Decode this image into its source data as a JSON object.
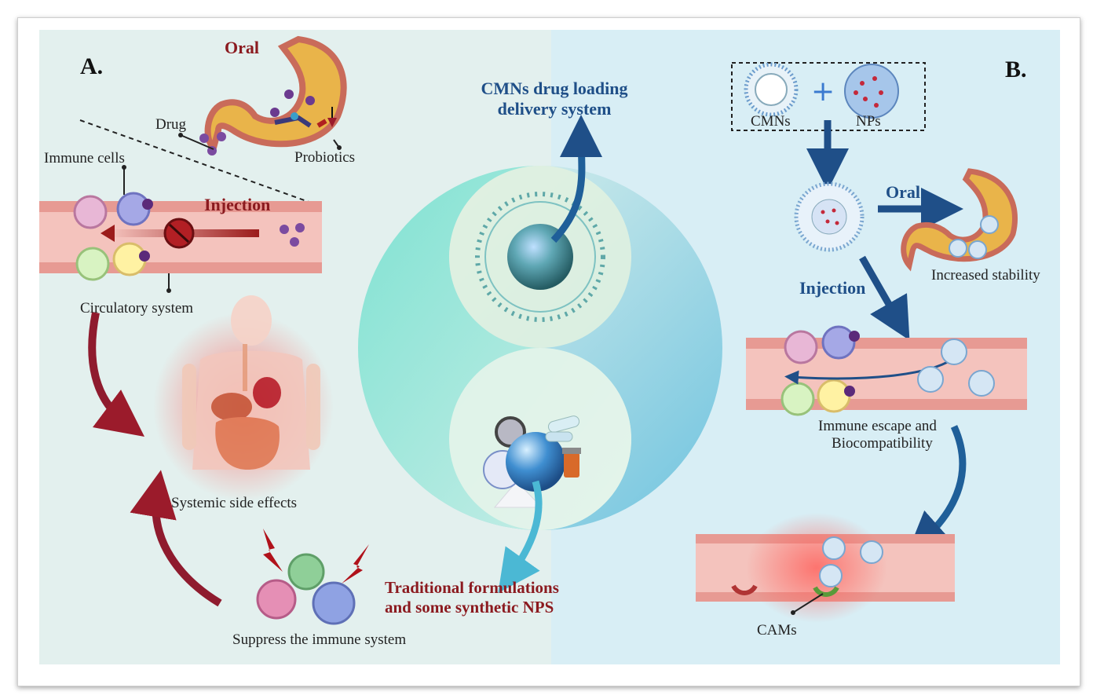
{
  "panels": {
    "a_label": "A.",
    "b_label": "B."
  },
  "left": {
    "oral": "Oral",
    "drug": "Drug",
    "probiotics": "Probiotics",
    "immune_cells": "Immune cells",
    "injection": "Injection",
    "circulatory": "Circulatory system",
    "side_effects": "Systemic side effects",
    "suppress": "Suppress the immune system"
  },
  "center": {
    "cmns_line1": "CMNs drug loading",
    "cmns_line2": "delivery system",
    "trad_line1": "Traditional formulations",
    "trad_line2": "and some synthetic NPS"
  },
  "right": {
    "cmns": "CMNs",
    "nps": "NPs",
    "oral": "Oral",
    "stability": "Increased stability",
    "injection": "Injection",
    "escape_line1": "Immune escape and",
    "escape_line2": "Biocompatibility",
    "cams": "CAMs"
  },
  "colors": {
    "left_bg": "#e3f0ee",
    "right_bg": "#d8eef5",
    "dark_red": "#8b1a1f",
    "navy": "#1f4f88",
    "vessel": "#f2b9b3"
  }
}
